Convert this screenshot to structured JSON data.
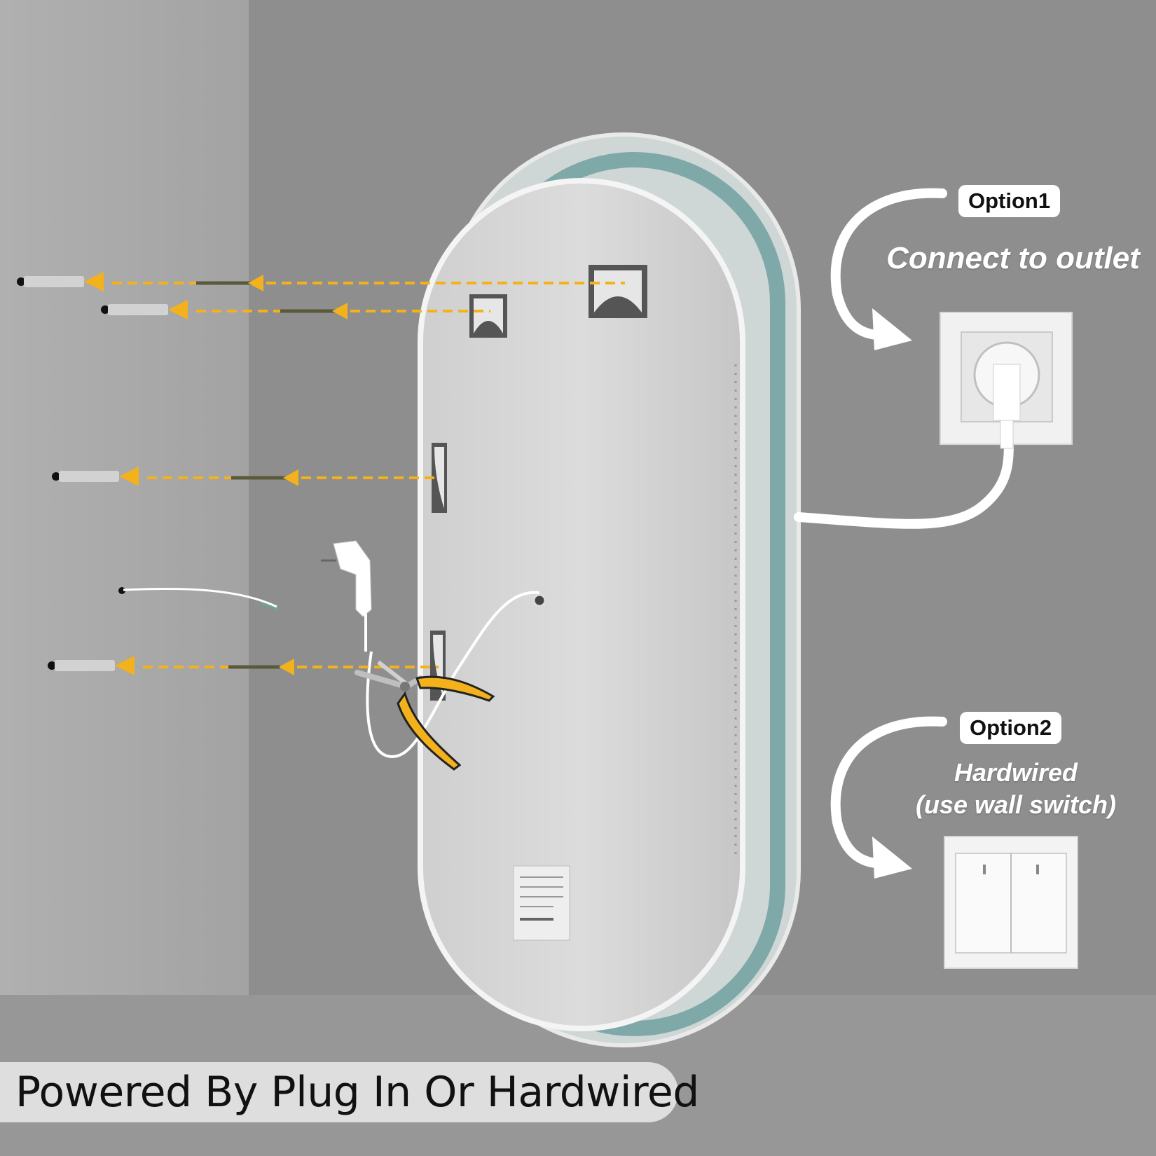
{
  "option1": {
    "label": "Option1",
    "caption": "Connect to outlet"
  },
  "option2": {
    "label": "Option2",
    "caption_line1": "Hardwired",
    "caption_line2": "(use wall switch)"
  },
  "banner": {
    "text": "Powered By Plug In Or Hardwired"
  },
  "colors": {
    "accent_arrow": "#f3b21c",
    "wall": "#8e8e8e",
    "mirror_back": "#d8d8d8"
  }
}
